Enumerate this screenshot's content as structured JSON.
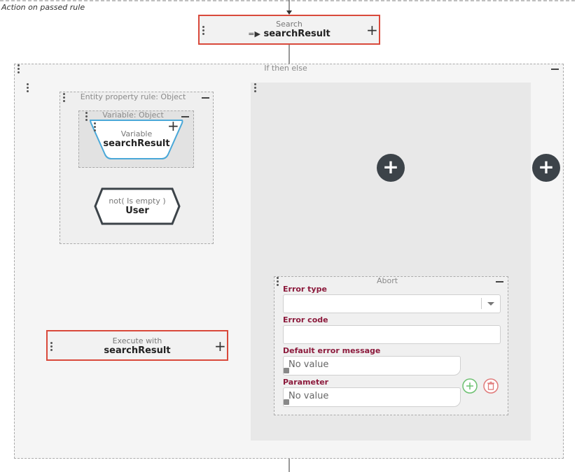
{
  "top_label": "Action on passed rule",
  "search_node": {
    "title": "Search",
    "arrow": "=▶",
    "value": "searchResult"
  },
  "if_then_else": {
    "title": "If then else"
  },
  "entity_rule": {
    "title": "Entity property rule: Object"
  },
  "variable_box": {
    "title": "Variable: Object"
  },
  "variable_node": {
    "title": "Variable",
    "value": "searchResult"
  },
  "condition_node": {
    "title": "not( Is empty )",
    "value": "User"
  },
  "execute_node": {
    "title": "Execute with",
    "value": "searchResult"
  },
  "abort_panel": {
    "title": "Abort",
    "error_type_label": "Error type",
    "error_code_label": "Error code",
    "default_message_label": "Default error message",
    "default_message_value": "No value",
    "parameter_label": "Parameter",
    "parameter_value": "No value"
  },
  "colors": {
    "node_border": "#d9493b",
    "variable_border": "#4aa8d8",
    "field_label": "#8c1a3c",
    "add_circle": "#3c4349"
  },
  "icons": {
    "plus": "+",
    "add_circle": "plus-circle-icon",
    "delete": "trash-icon",
    "expand": "expand-arrow-icon"
  }
}
